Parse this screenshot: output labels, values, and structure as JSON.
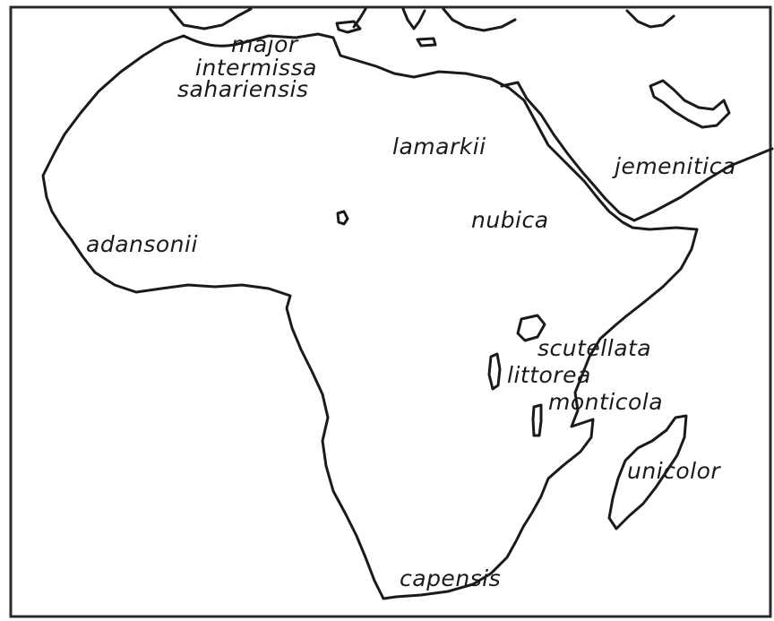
{
  "labels": {
    "major": "major",
    "intermissa": "intermissa",
    "sahariensis": "sahariensis",
    "lamarkii": "lamarkii",
    "jemenitica": "jemenitica",
    "nubica": "nubica",
    "adansonii": "adansonii",
    "scutellata": "scutellata",
    "littorea": "littorea",
    "monticola": "monticola",
    "unicolor": "unicolor",
    "capensis": "capensis"
  },
  "colors": {
    "ink": "#1a1a1a",
    "background": "#ffffff"
  }
}
